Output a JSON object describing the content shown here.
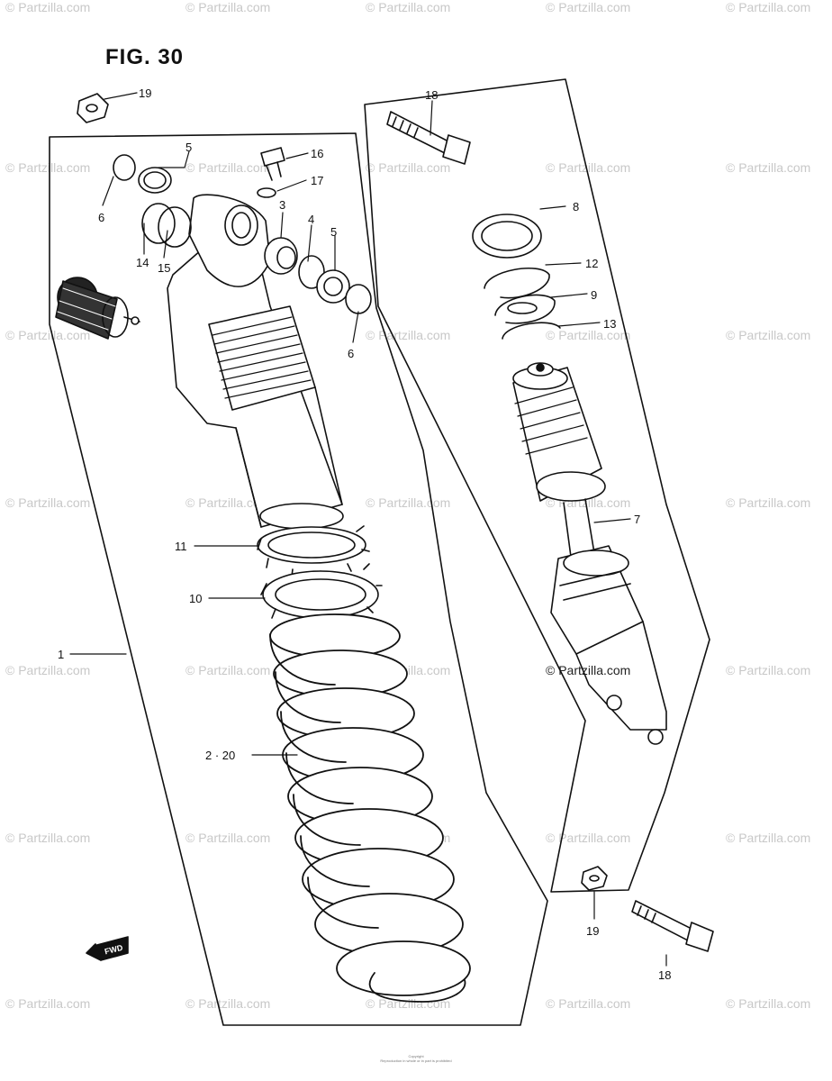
{
  "figure": {
    "title": "FIG. 30"
  },
  "watermark": {
    "text": "© Partzilla.com"
  },
  "forward_marker": {
    "label": "FWD"
  },
  "copyright": {
    "line1": "Copyright",
    "line2": "Reproduction in whole or in part is prohibited"
  },
  "callouts": {
    "c1": "1",
    "c2_20": "2 · 20",
    "c3": "3",
    "c4": "4",
    "c5a": "5",
    "c5b": "5",
    "c6a": "6",
    "c6b": "6",
    "c7": "7",
    "c8": "8",
    "c9": "9",
    "c10": "10",
    "c11": "11",
    "c12": "12",
    "c13": "13",
    "c14": "14",
    "c15": "15",
    "c16": "16",
    "c17": "17",
    "c18a": "18",
    "c18b": "18",
    "c19a": "19",
    "c19b": "19"
  }
}
